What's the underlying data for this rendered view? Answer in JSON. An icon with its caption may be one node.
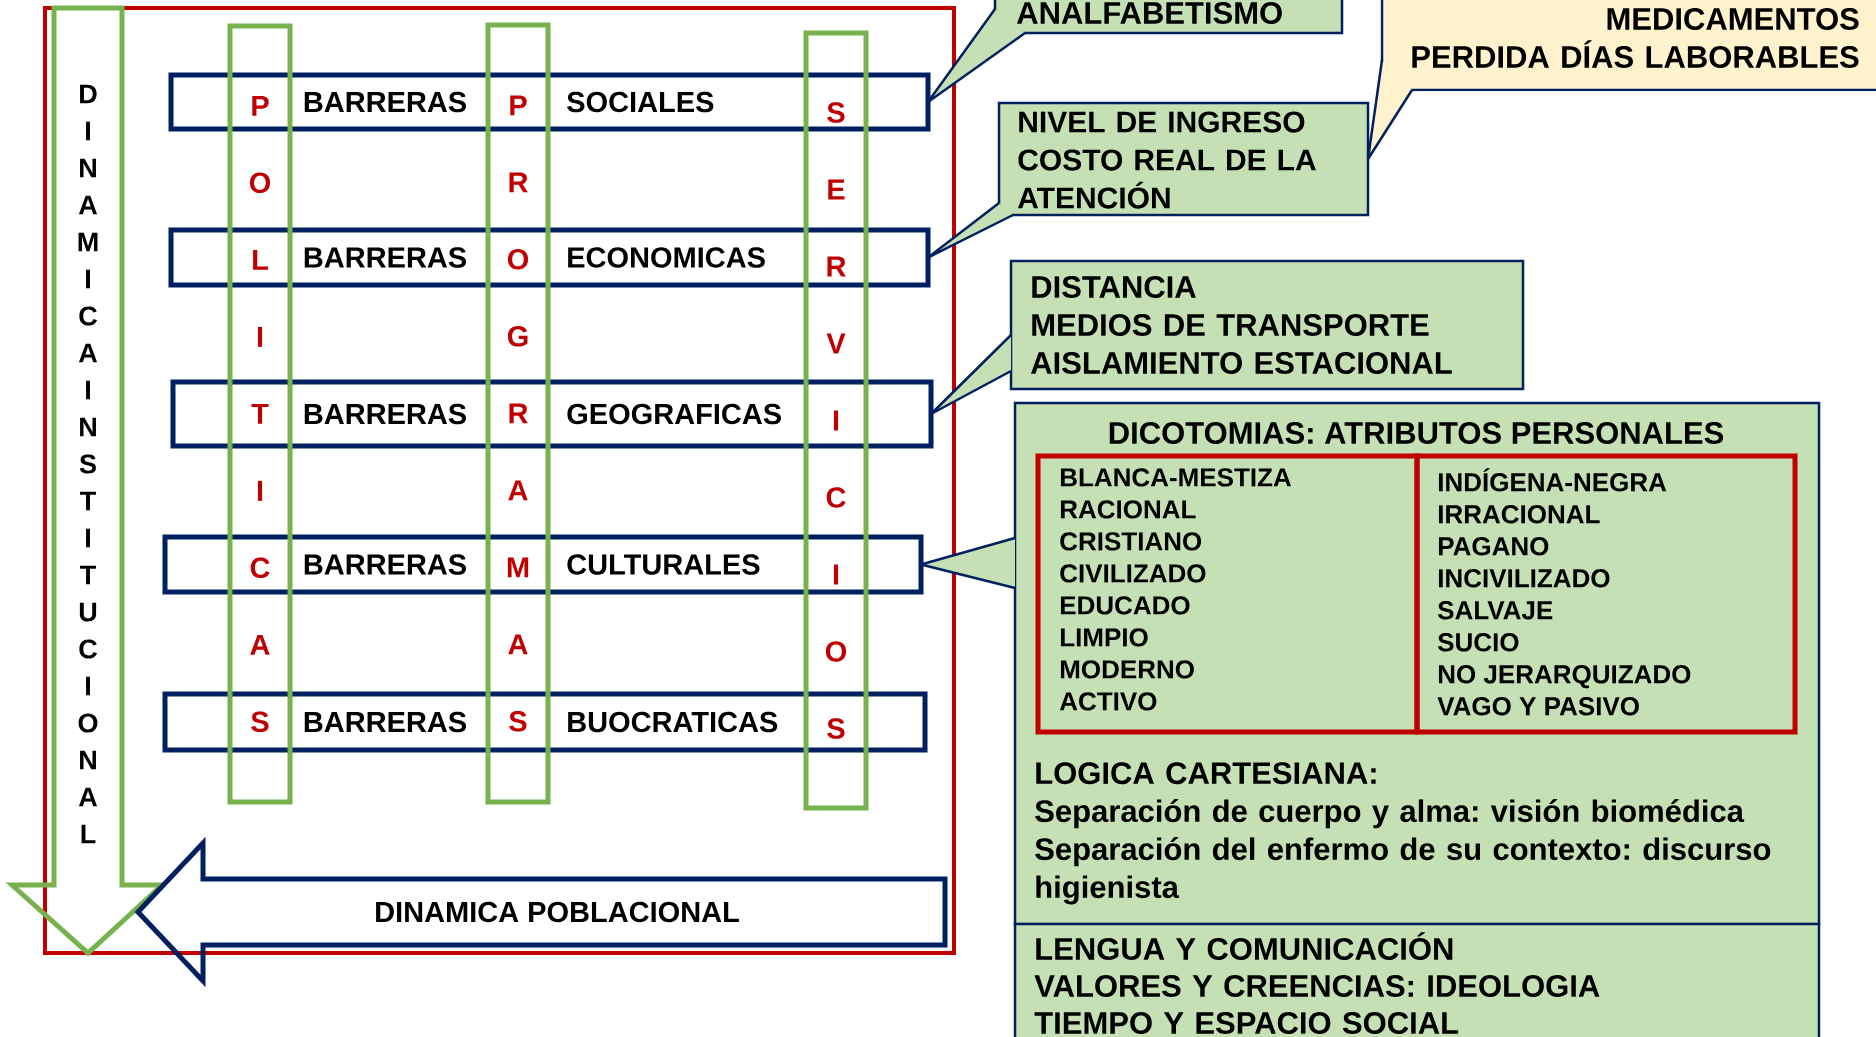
{
  "diagram": {
    "nodes": [
      {
        "text": [
          "DINAMICA INSTITUCIONAL"
        ]
      },
      {
        "text": [
          "POLITICAS"
        ]
      },
      {
        "text": [
          "PROGRAMAS"
        ]
      },
      {
        "text": [
          "SERVICIOS"
        ]
      },
      {
        "text": [
          "BARRERAS",
          "SOCIALES"
        ]
      },
      {
        "text": [
          "BARRERAS",
          "ECONOMICAS"
        ]
      },
      {
        "text": [
          "BARRERAS",
          "GEOGRAFICAS"
        ]
      },
      {
        "text": [
          "BARRERAS",
          "CULTURALES"
        ]
      },
      {
        "text": [
          "BARRERAS",
          "BUOCRATICAS"
        ]
      },
      {
        "text": [
          "DINAMICA POBLACIONAL"
        ]
      },
      {
        "text": [
          "ANALFABETISMO"
        ]
      },
      {
        "text": [
          "MEDICAMENTOS",
          "PERDIDA DÍAS LABORABLES"
        ]
      },
      {
        "text": [
          "NIVEL DE INGRESO",
          "COSTO REAL DE LA ATENCIÓN"
        ]
      },
      {
        "text": [
          "DISTANCIA",
          "MEDIOS DE TRANSPORTE",
          "AISLAMIENTO ESTACIONAL"
        ]
      },
      {
        "text": [
          "DICOTOMIAS: ATRIBUTOS PERSONALES",
          "LOGICA CARTESIANA:",
          "Separación de cuerpo y alma: visión biomédica",
          "Separación del enfermo de su contexto: discurso higienista"
        ]
      },
      {
        "text": [
          "BLANCA-MESTIZA",
          "RACIONAL",
          "CRISTIANO",
          "CIVILIZADO",
          "EDUCADO",
          "LIMPIO",
          "MODERNO",
          "ACTIVO"
        ],
        "in": 14
      },
      {
        "text": [
          "INDÍGENA-NEGRA",
          "IRRACIONAL",
          "PAGANO",
          "INCIVILIZADO",
          "SALVAJE",
          "SUCIO",
          "NO JERARQUIZADO",
          "VAGO Y PASIVO"
        ],
        "in": 14
      },
      {
        "text": [
          "LENGUA Y COMUNICACIÓN",
          "VALORES Y CREENCIAS: IDEOLOGIA",
          "TIEMPO Y ESPACIO SOCIAL"
        ]
      }
    ],
    "edges": [
      {
        "from": 10,
        "to": 4,
        "arrow": "none"
      },
      {
        "from": 11,
        "to": 12,
        "arrow": "none"
      },
      {
        "from": 12,
        "to": 5,
        "arrow": "none"
      },
      {
        "from": 13,
        "to": 6,
        "arrow": "none"
      },
      {
        "from": 14,
        "to": 7,
        "arrow": "none"
      }
    ]
  }
}
